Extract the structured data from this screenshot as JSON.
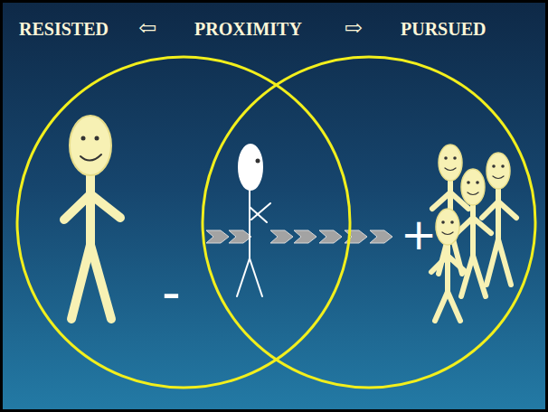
{
  "diagram": {
    "labels": [
      "RESISTED",
      "⇦",
      "PROXIMITY",
      "⇨",
      "PURSUED",
      "-",
      "+"
    ]
  }
}
